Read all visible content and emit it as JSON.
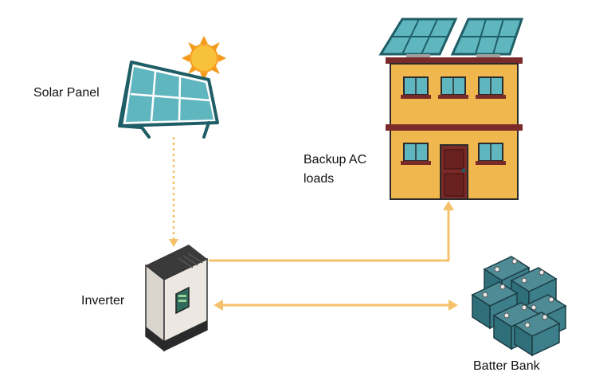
{
  "labels": {
    "solar_panel": "Solar Panel",
    "backup_loads_line1": "Backup AC",
    "backup_loads_line2": "loads",
    "inverter": "Inverter",
    "battery_bank": "Batter Bank"
  },
  "colors": {
    "connector": "#f5c26b",
    "panel_cell": "#5fb6bf",
    "panel_frame": "#1f5e66",
    "sun": "#f8c13a",
    "house_wall": "#f1b74f",
    "house_trim": "#7a2a28",
    "window": "#5fb6bf",
    "inverter_body": "#d9d4cc",
    "battery_body": "#2f6f7a"
  }
}
